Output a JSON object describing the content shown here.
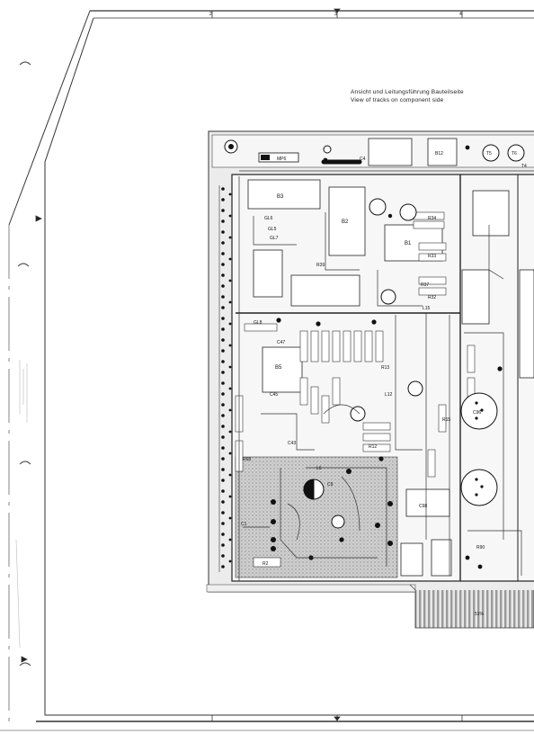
{
  "caption": {
    "line_de": "Ansicht und Leitungsführung Bauteilseite",
    "line_en": "View of tracks on component side"
  },
  "frame_ticks": [
    "2",
    "3",
    "4"
  ],
  "components": [
    "MP6",
    "B12",
    "B3",
    "B2",
    "B1",
    "B5",
    "GL6",
    "GL5",
    "GL7",
    "GL8",
    "R39",
    "R37",
    "R33",
    "R34",
    "R32",
    "L15",
    "L12",
    "L6",
    "C9",
    "C98",
    "C96",
    "C47",
    "C45",
    "C43",
    "C1",
    "R2",
    "R68",
    "R90",
    "R13",
    "R15",
    "R12",
    "T5",
    "T6",
    "T4",
    "C4",
    "51%"
  ]
}
